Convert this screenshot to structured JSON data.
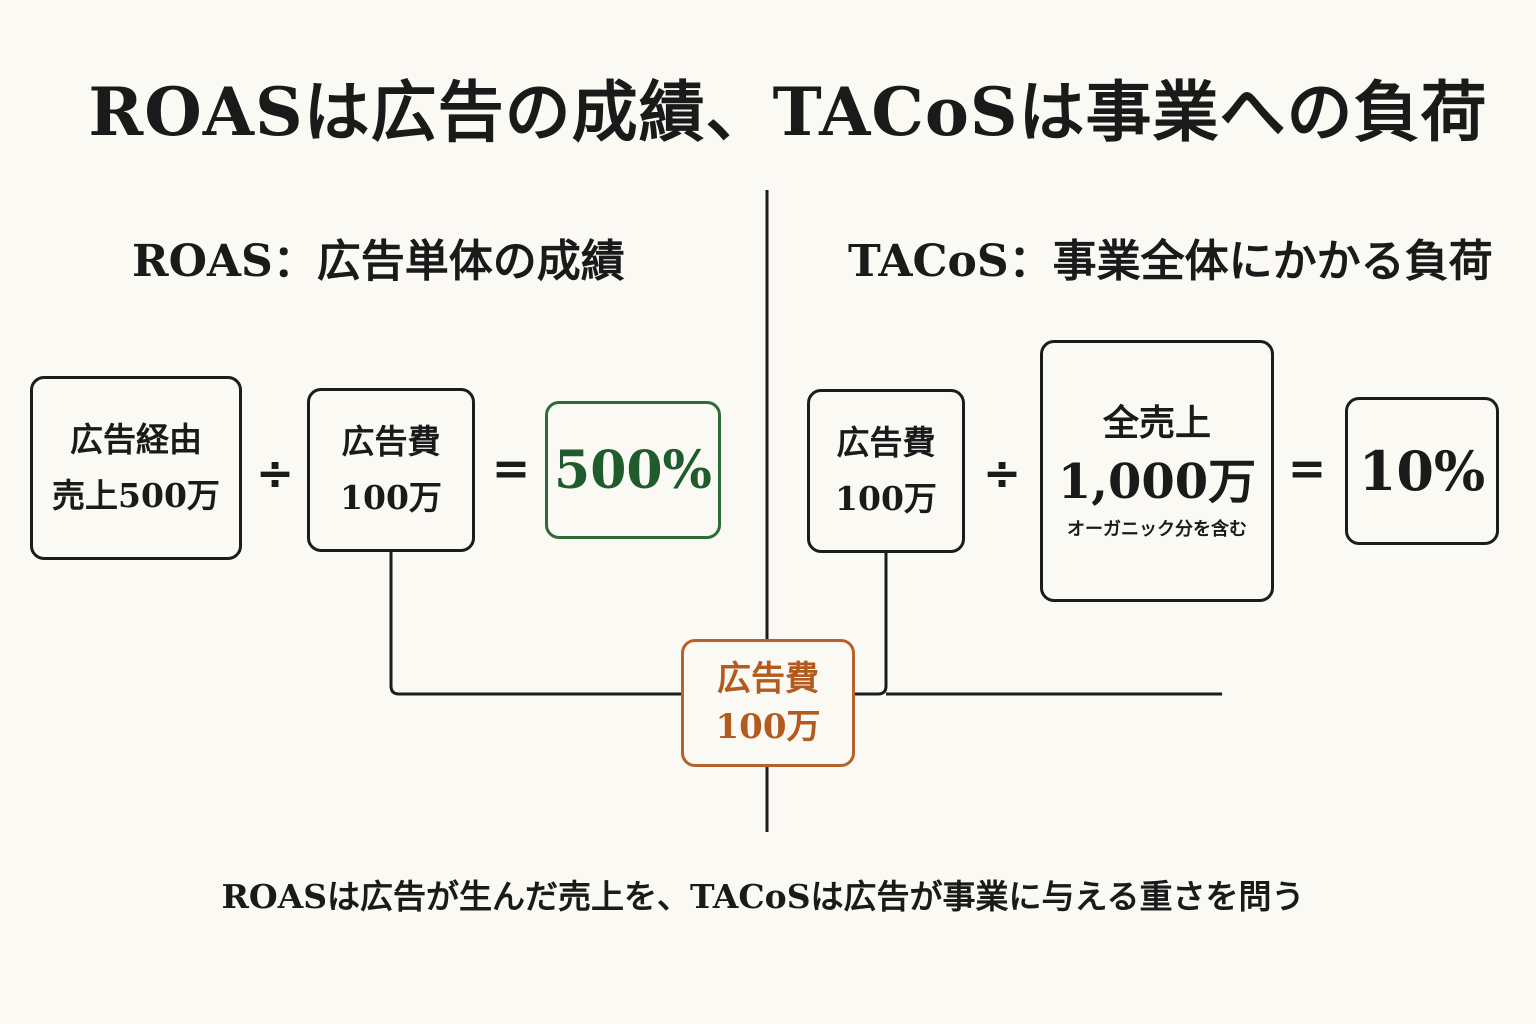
{
  "title": "ROASは広告の成績、TACoSは事業への負荷",
  "roas": {
    "heading": "ROAS：広告単体の成績",
    "numerator": [
      "広告経由",
      "売上500万"
    ],
    "divide_symbol": "÷",
    "denominator": [
      "広告費",
      "100万"
    ],
    "equals_symbol": "=",
    "result": "500%"
  },
  "tacos": {
    "heading": "TACoS：事業全体にかかる負荷",
    "numerator": [
      "広告費",
      "100万"
    ],
    "divide_symbol": "÷",
    "denominator": {
      "label": "全売上",
      "value": "1,000万",
      "note": "オーガニック分を含む"
    },
    "equals_symbol": "=",
    "result": "10%"
  },
  "shared_ad_cost": [
    "広告費",
    "100万"
  ],
  "caption": "ROASは広告が生んだ売上を、TACoSは広告が事業に与える重さを問う",
  "colors": {
    "background": "#fbf9f3",
    "roas_result": "#1f5b2c",
    "shared_accent": "#b35a1f",
    "ink": "#1a1a1a"
  }
}
